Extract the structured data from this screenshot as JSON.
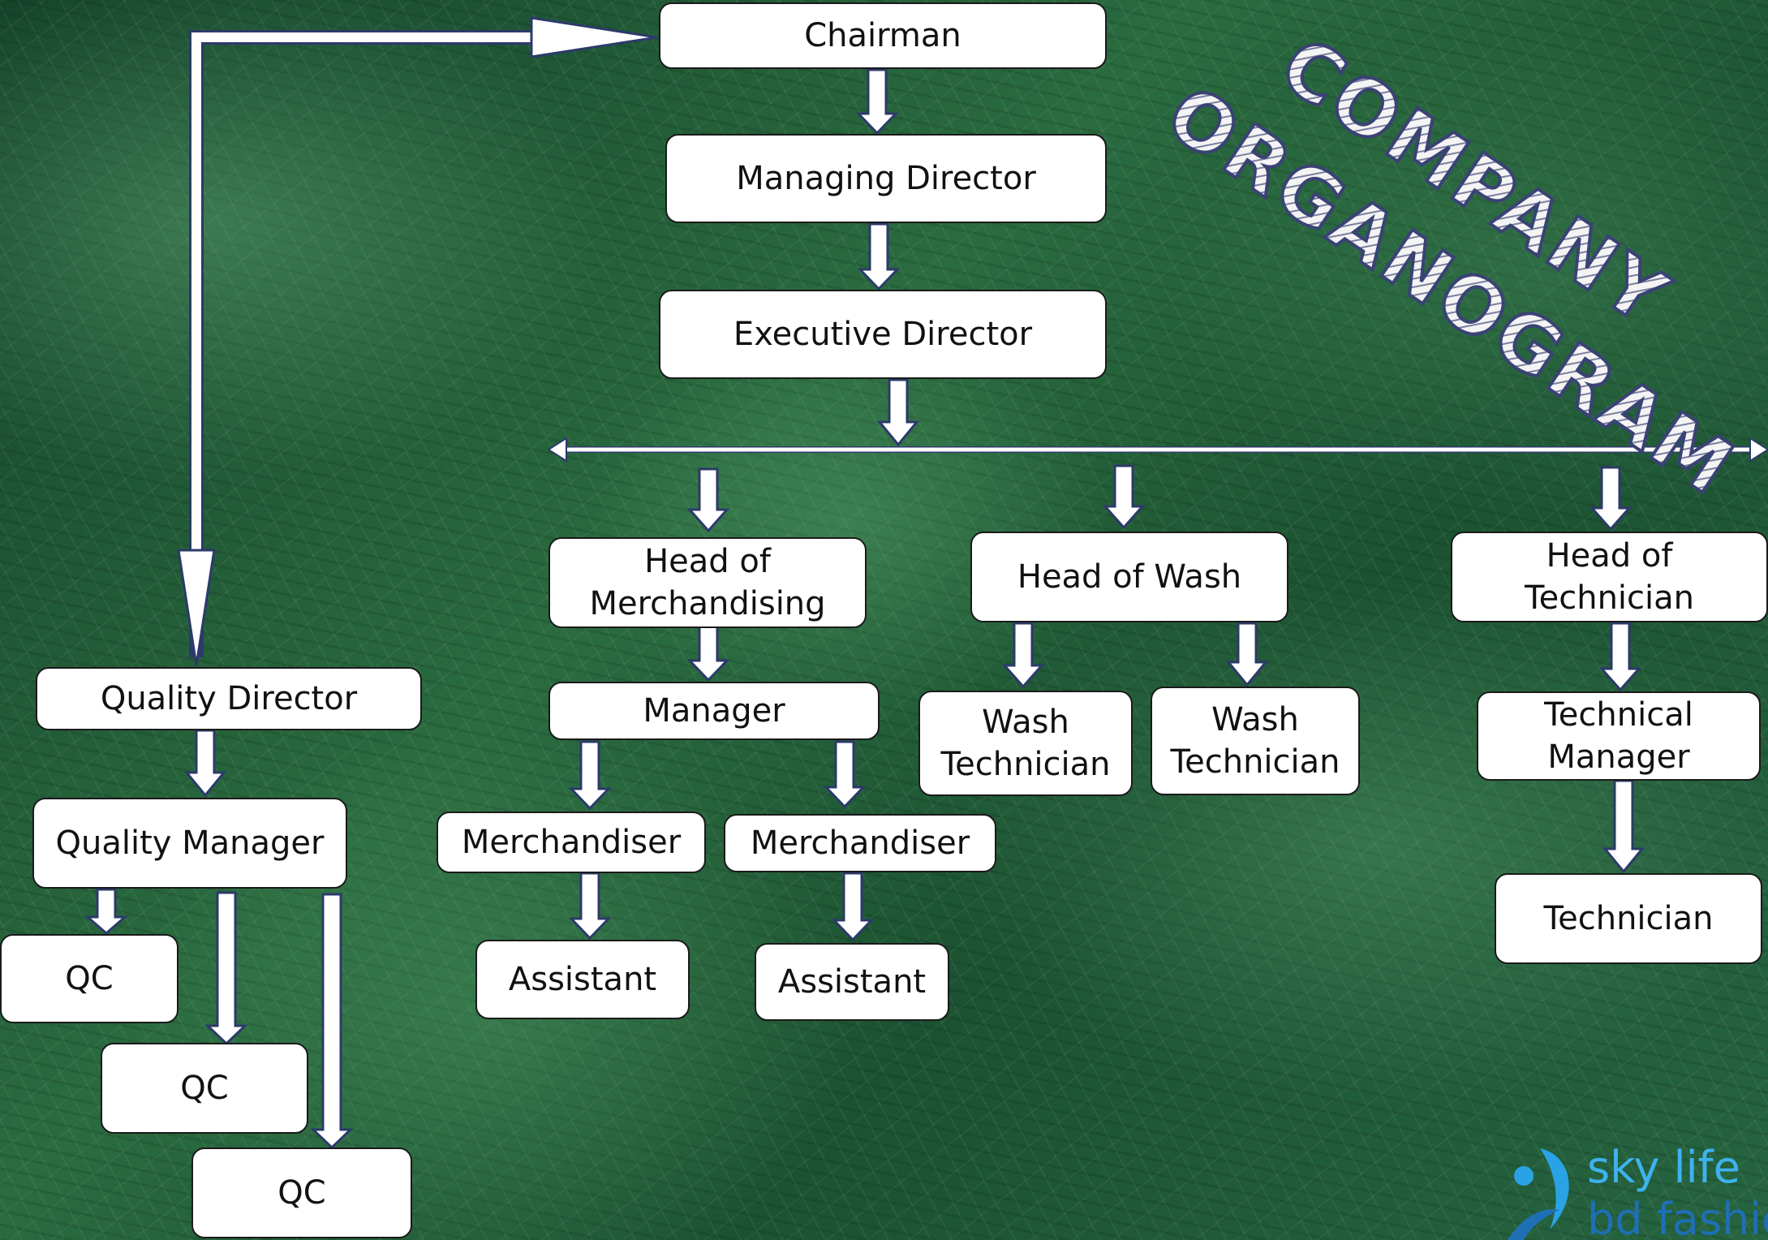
{
  "title": "COMPANY\nORGANOGRAM",
  "title_lines": [
    "COMPANY",
    "ORGANOGRAM"
  ],
  "logo": {
    "line1": "sky life",
    "line2": "bd fashio"
  },
  "colors": {
    "background": "#1f5a33",
    "box": "#ffffff",
    "arrow": "#ffffff",
    "title_outline": "#3a4275",
    "logo_light": "#3db2ee",
    "logo_dark": "#1f6fb5"
  },
  "nodes": {
    "chairman": "Chairman",
    "managing_director": "Managing Director",
    "executive_director": "Executive Director",
    "head_merch": "Head of\nMerchandising",
    "head_wash": "Head of Wash",
    "head_tech": "Head of\nTechnician",
    "manager": "Manager",
    "merchandiser_1": "Merchandiser",
    "merchandiser_2": "Merchandiser",
    "assistant_1": "Assistant",
    "assistant_2": "Assistant",
    "wash_tech_1": "Wash\nTechnician",
    "wash_tech_2": "Wash\nTechnician",
    "technical_manager": "Technical\nManager",
    "technician": "Technician",
    "quality_director": "Quality Director",
    "quality_manager": "Quality Manager",
    "qc_1": "QC",
    "qc_2": "QC",
    "qc_3": "QC"
  },
  "edges": [
    [
      "chairman",
      "managing_director"
    ],
    [
      "managing_director",
      "executive_director"
    ],
    [
      "executive_director",
      "head_merch"
    ],
    [
      "executive_director",
      "head_wash"
    ],
    [
      "executive_director",
      "head_tech"
    ],
    [
      "head_merch",
      "manager"
    ],
    [
      "manager",
      "merchandiser_1"
    ],
    [
      "manager",
      "merchandiser_2"
    ],
    [
      "merchandiser_1",
      "assistant_1"
    ],
    [
      "merchandiser_2",
      "assistant_2"
    ],
    [
      "head_wash",
      "wash_tech_1"
    ],
    [
      "head_wash",
      "wash_tech_2"
    ],
    [
      "head_tech",
      "technical_manager"
    ],
    [
      "technical_manager",
      "technician"
    ],
    [
      "chairman",
      "quality_director"
    ],
    [
      "quality_director",
      "quality_manager"
    ],
    [
      "quality_manager",
      "qc_1"
    ],
    [
      "quality_manager",
      "qc_2"
    ],
    [
      "quality_manager",
      "qc_3"
    ]
  ]
}
